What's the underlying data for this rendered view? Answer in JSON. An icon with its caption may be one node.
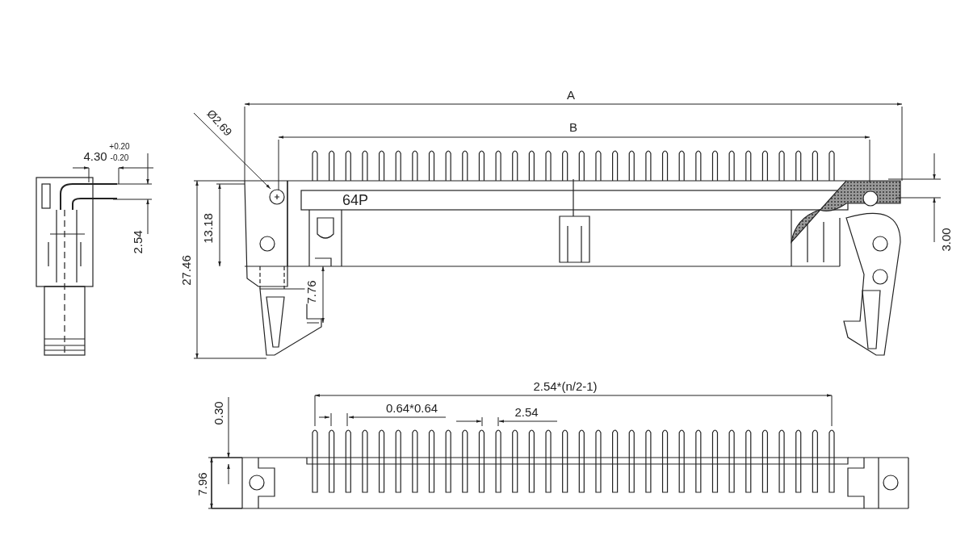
{
  "diagram": {
    "labels": [
      "A",
      "B",
      "Ø2.69",
      "+0.20",
      "4.30",
      "-0.20",
      "64P",
      "13.18",
      "2.54",
      "27.46",
      "3.00",
      "7.76",
      "2.54*(n/2-1)",
      "0.64*0.64",
      "2.54",
      "0.30",
      "7.96"
    ]
  }
}
